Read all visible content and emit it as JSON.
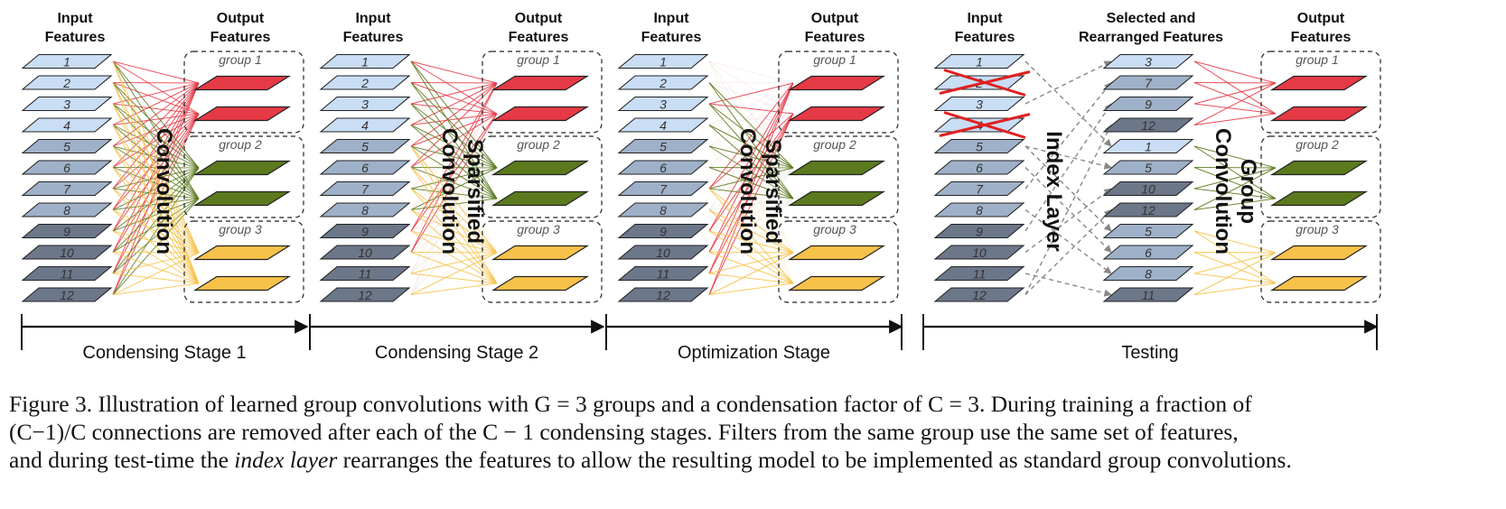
{
  "labels": {
    "input_features": [
      "Input",
      "Features"
    ],
    "output_features": [
      "Output",
      "Features"
    ],
    "selected_features": [
      "Selected and",
      "Rearranged Features"
    ],
    "groups": [
      "group 1",
      "group 2",
      "group 3"
    ]
  },
  "panels": [
    {
      "id": "condensing-1",
      "conv_label": [
        "Convolution"
      ],
      "stage": "Condensing Stage 1"
    },
    {
      "id": "condensing-2",
      "conv_label": [
        "Sparsified",
        "Convolution"
      ],
      "stage": "Condensing Stage 2"
    },
    {
      "id": "optimization",
      "conv_label": [
        "Sparsified",
        "Convolution"
      ],
      "stage": "Optimization Stage"
    },
    {
      "id": "testing",
      "index_label": "Index Layer",
      "conv_label": [
        "Group",
        "Convolution"
      ],
      "stage": "Testing"
    }
  ],
  "input_feature_numbers": [
    "1",
    "2",
    "3",
    "4",
    "5",
    "6",
    "7",
    "8",
    "9",
    "10",
    "11",
    "12"
  ],
  "testing_selected_numbers": [
    "3",
    "7",
    "9",
    "12",
    "1",
    "5",
    "10",
    "12",
    "5",
    "6",
    "8",
    "11"
  ],
  "testing_removed_inputs": [
    "2",
    "4"
  ],
  "colors": {
    "group1": "#e63946",
    "group2": "#5b7a1e",
    "group3": "#f7c24a",
    "feature_light": "#c9ddf5",
    "feature_mid": "#9fb1c9",
    "feature_dark": "#6c778a",
    "index_arrow": "#888888"
  },
  "caption": {
    "line1": "Figure 3. Illustration of learned group convolutions with G = 3 groups and a condensation factor of C = 3. During training a fraction of",
    "line2": "(C−1)/C connections are removed after each of the C − 1 condensing stages. Filters from the same group use the same set of features,",
    "line3_a": "and during test-time the ",
    "line3_italic": "index layer",
    "line3_b": " rearranges the features to allow the resulting model to be implemented as standard group convolutions."
  }
}
